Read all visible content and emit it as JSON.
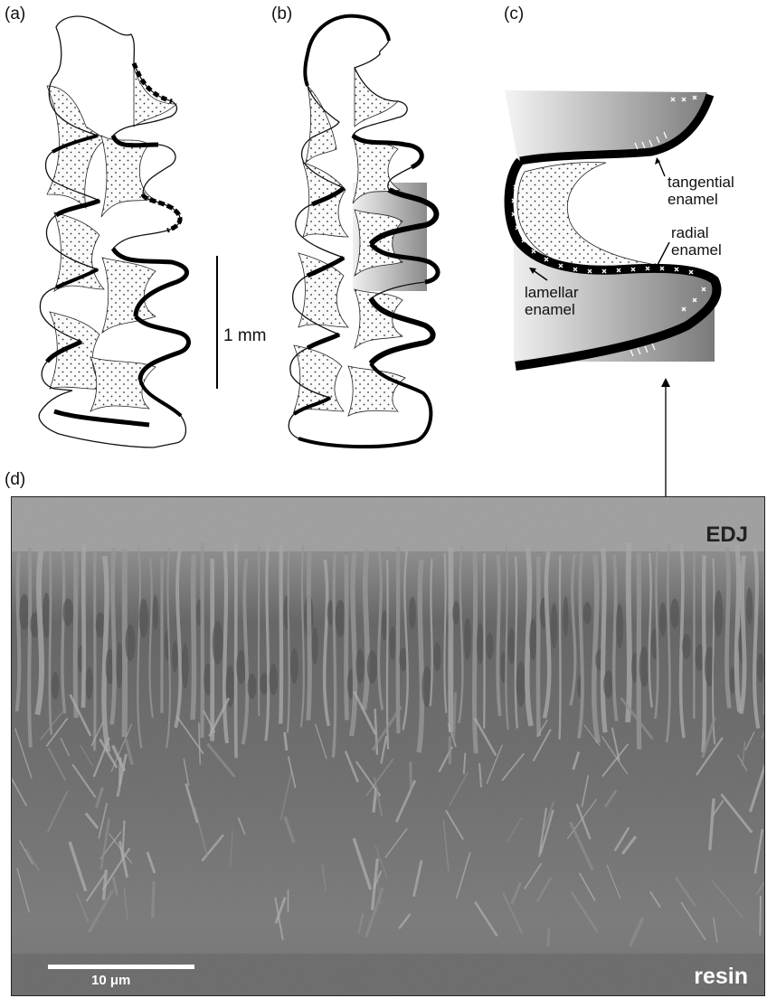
{
  "panels": {
    "a": "(a)",
    "b": "(b)",
    "c": "(c)",
    "d": "(d)"
  },
  "scale_bar_top": "1 mm",
  "annotations": {
    "tangential_1": "tangential",
    "tangential_2": "enamel",
    "radial_1": "radial",
    "radial_2": "enamel",
    "lamellar_1": "lamellar",
    "lamellar_2": "enamel"
  },
  "sem": {
    "edj_label": "EDJ",
    "resin_label": "resin",
    "scale_label": "10 μm"
  },
  "colors": {
    "enamel": "#000000",
    "dentine_fill": "#f3f3f3",
    "sem_base": "#6c6c6c"
  }
}
